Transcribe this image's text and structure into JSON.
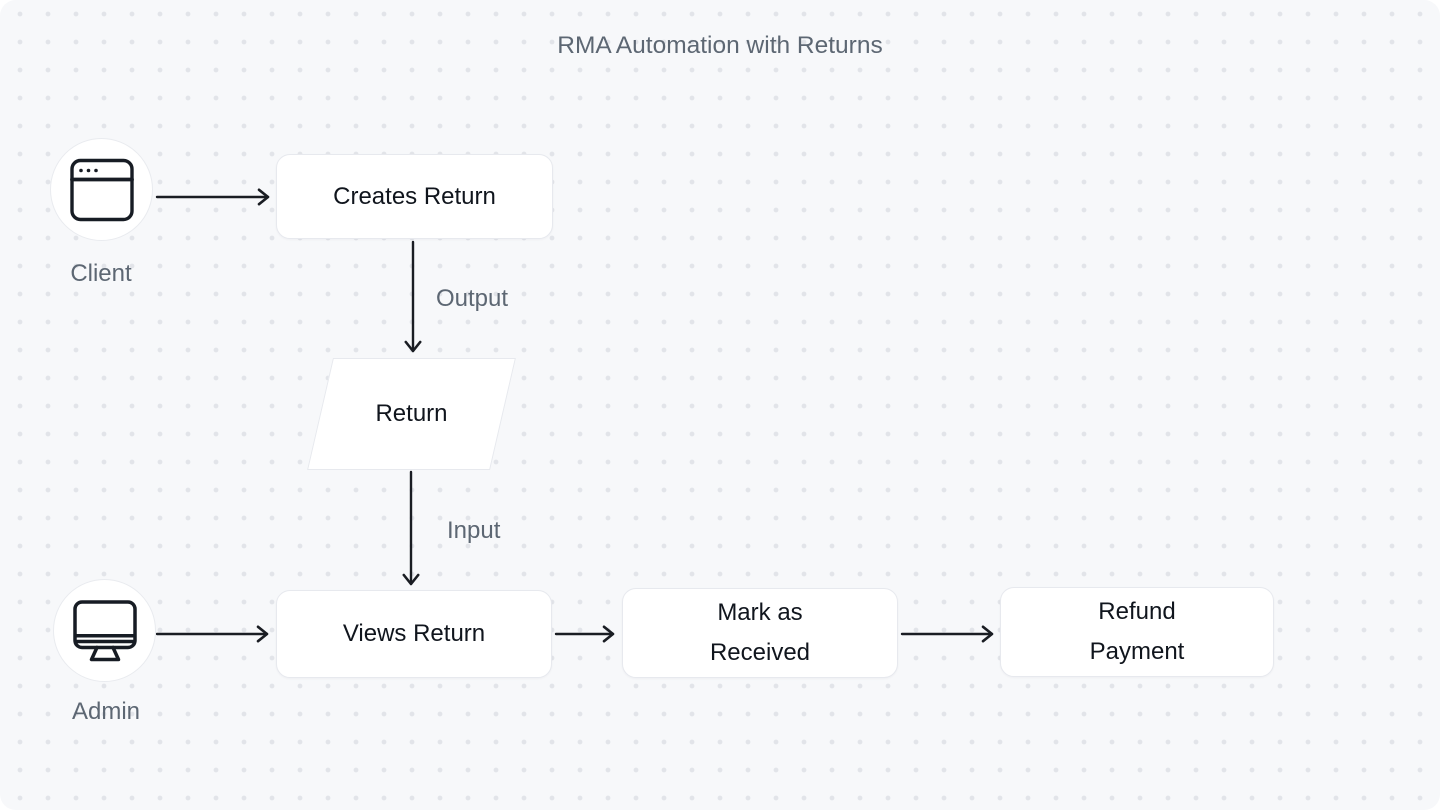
{
  "title": "RMA Automation with Returns",
  "actors": [
    {
      "id": "client",
      "label": "Client",
      "icon": "browser-window-icon"
    },
    {
      "id": "admin",
      "label": "Admin",
      "icon": "desktop-monitor-icon"
    }
  ],
  "nodes": [
    {
      "id": "creates-return",
      "label": "Creates Return",
      "shape": "rounded-rectangle"
    },
    {
      "id": "return",
      "label": "Return",
      "shape": "parallelogram"
    },
    {
      "id": "views-return",
      "label": "Views Return",
      "shape": "rounded-rectangle"
    },
    {
      "id": "mark-as-received",
      "label": "Mark as Received",
      "shape": "rounded-rectangle"
    },
    {
      "id": "refund-payment",
      "label": "Refund Payment",
      "shape": "rounded-rectangle"
    }
  ],
  "edges": [
    {
      "from": "client",
      "to": "creates-return",
      "label": ""
    },
    {
      "from": "creates-return",
      "to": "return",
      "label": "Output"
    },
    {
      "from": "return",
      "to": "views-return",
      "label": "Input"
    },
    {
      "from": "admin",
      "to": "views-return",
      "label": ""
    },
    {
      "from": "views-return",
      "to": "mark-as-received",
      "label": ""
    },
    {
      "from": "mark-as-received",
      "to": "refund-payment",
      "label": ""
    }
  ],
  "colors": {
    "canvas_bg": "#f7f8fa",
    "dot_grid": "#e2e4e9",
    "node_bg": "#ffffff",
    "node_border": "#e7e9ee",
    "node_text": "#10151d",
    "muted_text": "#5d6773",
    "arrow": "#1a1d23"
  }
}
